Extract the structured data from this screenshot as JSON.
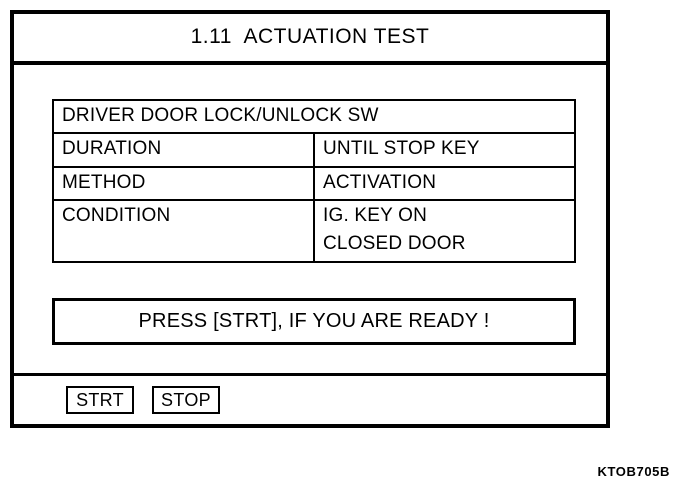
{
  "screen": {
    "title": "1.11  ACTUATION TEST"
  },
  "spec_table": {
    "header": "DRIVER DOOR LOCK/UNLOCK SW",
    "rows": [
      {
        "label": "DURATION",
        "value": "UNTIL STOP KEY"
      },
      {
        "label": "METHOD",
        "value": "ACTIVATION"
      },
      {
        "label": "CONDITION",
        "value_lines": [
          "IG. KEY ON",
          "CLOSED DOOR"
        ]
      }
    ]
  },
  "prompt": {
    "message": "PRESS [STRT], IF YOU ARE READY !"
  },
  "softkeys": [
    {
      "label": "STRT"
    },
    {
      "label": "STOP"
    }
  ],
  "caption": {
    "code": "KTOB705B"
  },
  "colors": {
    "ink": "#000000",
    "paper": "#ffffff"
  }
}
